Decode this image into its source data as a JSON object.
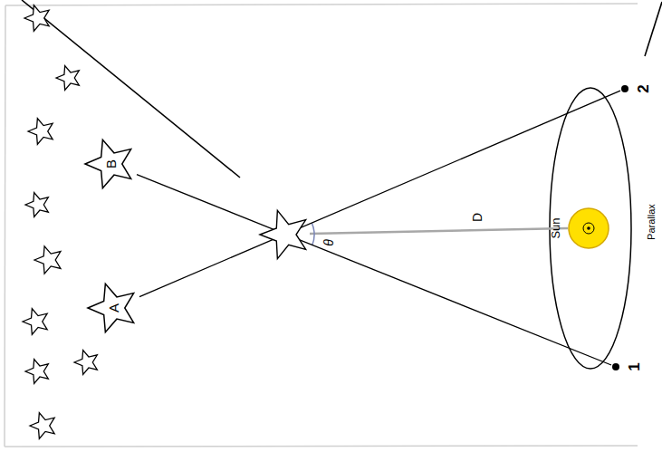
{
  "diagram": {
    "nodes": [
      {
        "text": [
          "B"
        ]
      },
      {
        "text": [
          "A"
        ]
      },
      {
        "text": [
          "2"
        ]
      },
      {
        "text": [
          "Sun"
        ]
      },
      {
        "text": [
          "1"
        ]
      }
    ],
    "edges": [
      {
        "from": 4,
        "to": 0,
        "arrow": "none"
      },
      {
        "from": 2,
        "to": 1,
        "arrow": "none"
      }
    ],
    "labels": [
      "D",
      "θ",
      "Parallax"
    ]
  }
}
